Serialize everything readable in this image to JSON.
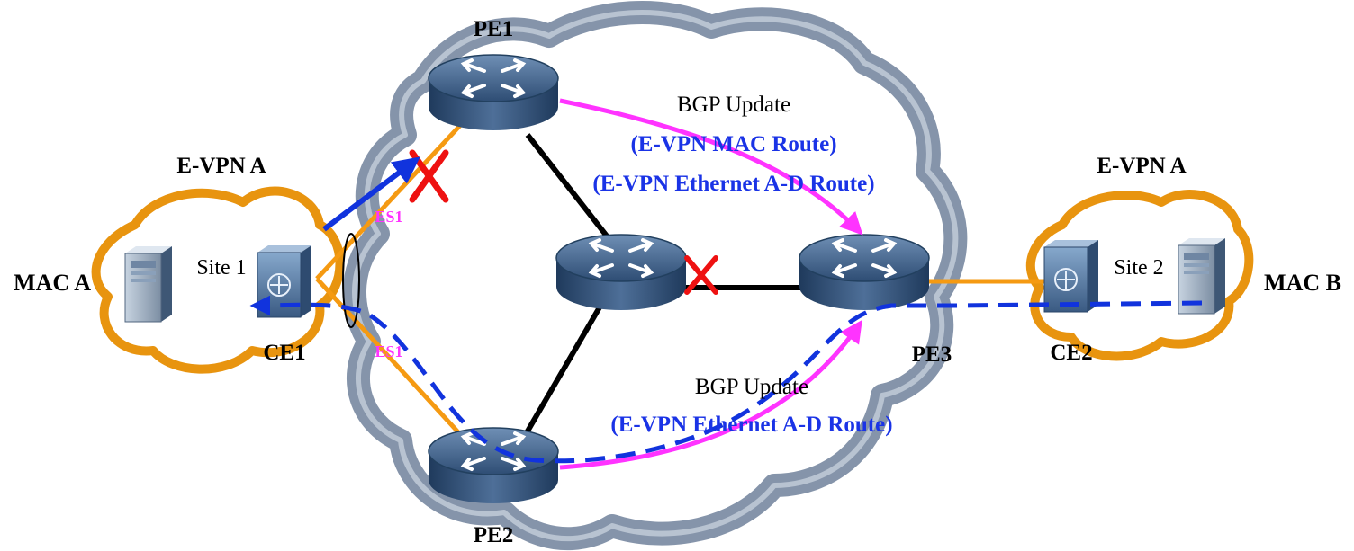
{
  "diagram": {
    "nodes": {
      "pe1": "PE1",
      "pe2": "PE2",
      "pe3": "PE3",
      "ce1": "CE1",
      "ce2": "CE2"
    },
    "sites": {
      "left_vpn": "E-VPN A",
      "left_site": "Site 1",
      "right_vpn": "E-VPN A",
      "right_site": "Site 2"
    },
    "hosts": {
      "mac_a": "MAC A",
      "mac_b": "MAC B"
    },
    "segments": {
      "es_top": "ES1",
      "es_bottom": "ES1"
    },
    "updates": {
      "top_title": "BGP Update",
      "top_route1": "(E-VPN MAC Route)",
      "top_route2": "(E-VPN Ethernet A-D Route)",
      "bottom_title": "BGP Update",
      "bottom_route": "(E-VPN Ethernet A-D Route)"
    },
    "colors": {
      "backbone_cloud": "#7f8fa6",
      "site_cloud": "#e8940f",
      "update_arrow": "#ff33ff",
      "route_text": "#1a33e6",
      "traffic_path": "#1133dd",
      "failure_mark": "#ee1111",
      "access_link": "#f59a12",
      "core_link": "#000000",
      "es_label": "#ff33ff"
    },
    "icons": [
      "router-icon",
      "switch-icon",
      "server-icon",
      "fault-cross-icon"
    ]
  }
}
